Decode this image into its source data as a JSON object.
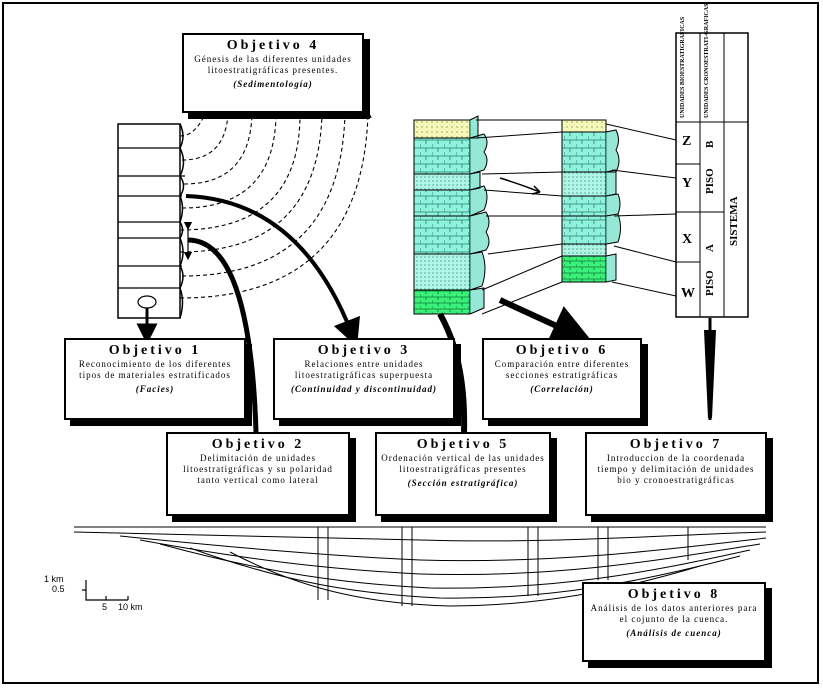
{
  "objectives": {
    "o4": {
      "title": "Objetivo 4",
      "desc": "Génesis de las diferentes unidades litoestratigráficas presentes.",
      "key": "(Sedimentología)"
    },
    "o1": {
      "title": "Objetivo 1",
      "desc": "Reconocimiento de los diferentes tipos de materiales estratificados",
      "key": "(Facies)"
    },
    "o3": {
      "title": "Objetivo 3",
      "desc": "Relaciones entre unidades litoestratigráficas superpuesta",
      "key": "(Continuidad y discontinuidad)"
    },
    "o6": {
      "title": "Objetivo 6",
      "desc": "Comparación entre diferentes secciones estratigráficas",
      "key": "(Correlación)"
    },
    "o2": {
      "title": "Objetivo 2",
      "desc": "Delimitación de unidades litoestratigráficas y su polaridad tanto vertical como lateral",
      "key": ""
    },
    "o5": {
      "title": "Objetivo 5",
      "desc": "Ordenación vertical de las unidades litoestratigráficas presentes",
      "key": "(Sección estratigráfica)"
    },
    "o7": {
      "title": "Objetivo 7",
      "desc": "Introduccion de la coordenada tiempo y delimitación de unidades bio y cronoestratigráficas",
      "key": ""
    },
    "o8": {
      "title": "Objetivo 8",
      "desc": "Análisis de los datos anteriores para el cojunto de la cuenca.",
      "key": "(Análisis de cuenca)"
    }
  },
  "table": {
    "col1_header": "UNIDADES BIOESTRATIGRAFICAS",
    "col2_header": "UNIDADES CRONOESTRATI-GRAFICAS",
    "zones": [
      "Z",
      "Y",
      "X",
      "W"
    ],
    "piso_b": "B",
    "piso_a": "A",
    "piso_label": "PISO",
    "sistema": "SISTEMA"
  },
  "scale": {
    "v1": "1 km",
    "v2": "0.5",
    "h1": "5",
    "h2": "10 km"
  }
}
